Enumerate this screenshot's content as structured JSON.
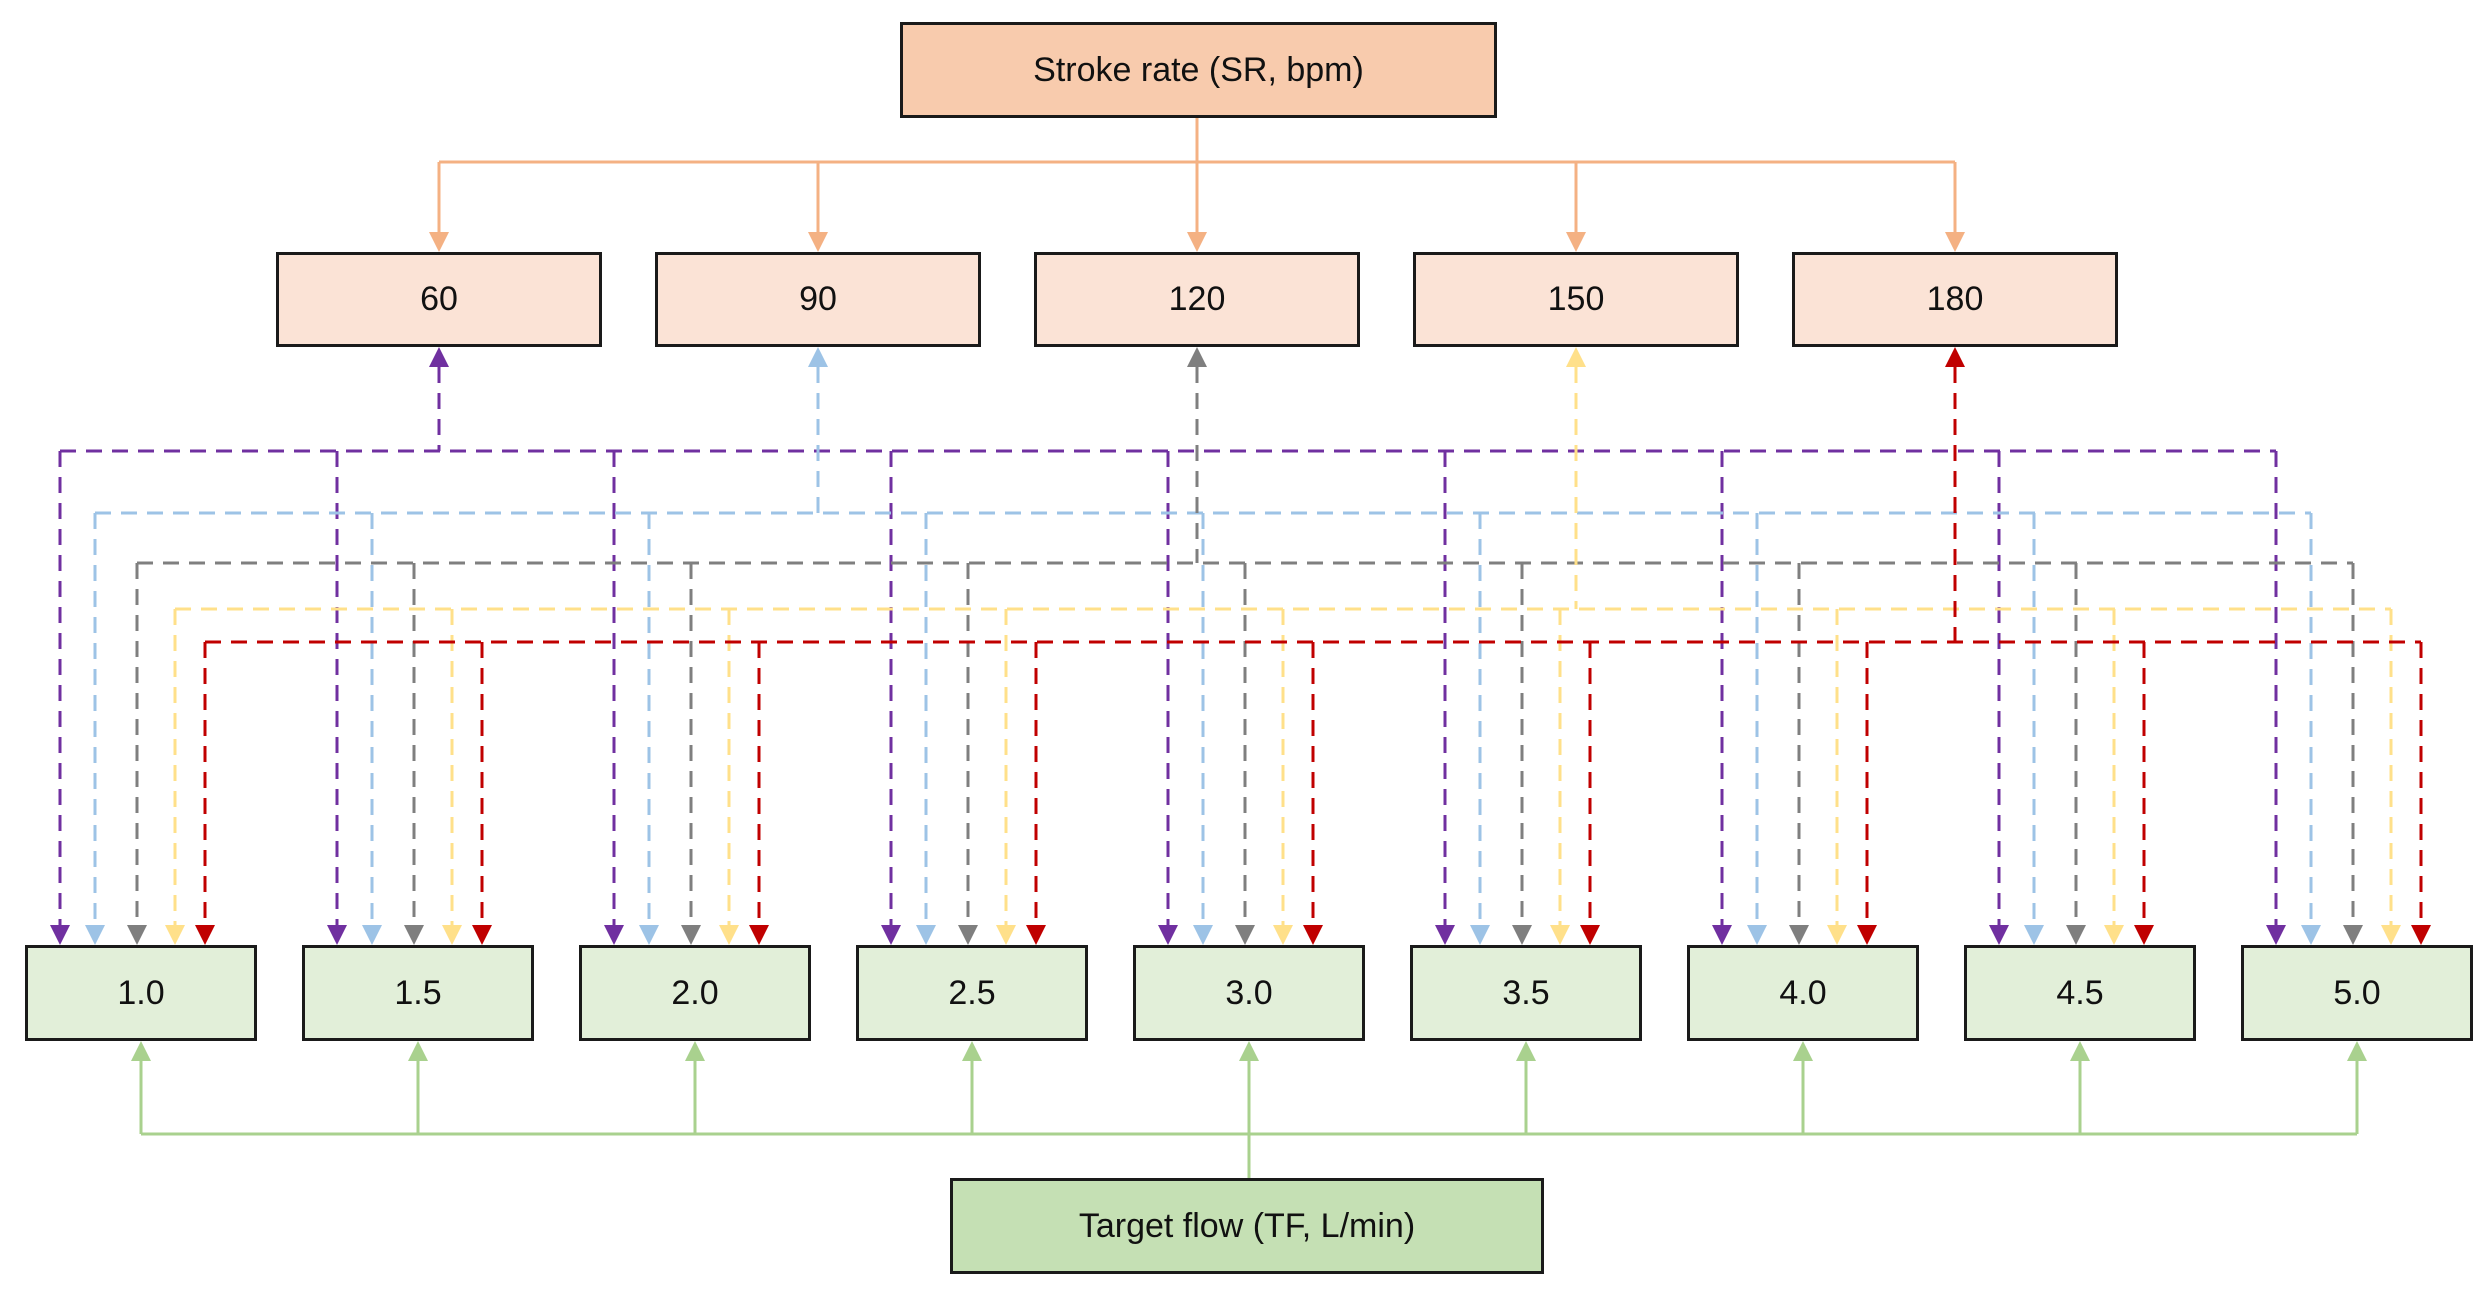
{
  "stroke_rate": {
    "title": "Stroke rate (SR, bpm)",
    "values": [
      "60",
      "90",
      "120",
      "150",
      "180"
    ],
    "colors": [
      "#7030a0",
      "#9dc3e6",
      "#7f7f7f",
      "#ffe08a",
      "#c00000"
    ],
    "tree_color": "#f4b183"
  },
  "target_flow": {
    "title": "Target flow (TF, L/min)",
    "values": [
      "1.0",
      "1.5",
      "2.0",
      "2.5",
      "3.0",
      "3.5",
      "4.0",
      "4.5",
      "5.0"
    ],
    "tree_color": "#a9d18e"
  }
}
